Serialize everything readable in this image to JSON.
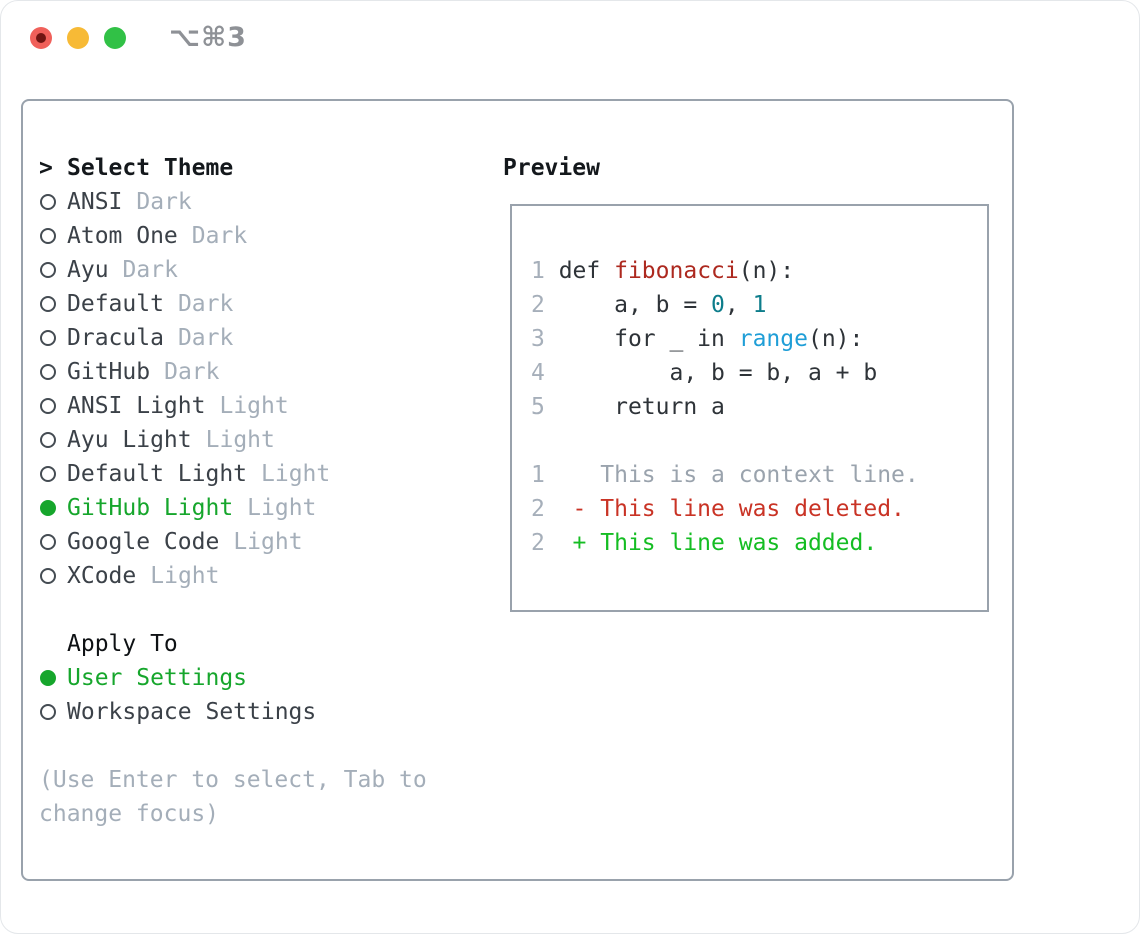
{
  "titlebar": {
    "shortcut_label": "⌥⌘3"
  },
  "colors": {
    "selection_green": "#16a62c",
    "panel_border": "#99a2ac",
    "muted_gray": "#a4aeb9",
    "traffic_red": "#f0605a",
    "traffic_yellow": "#f7ba36",
    "traffic_green": "#31c146"
  },
  "theme_picker": {
    "prompt": ">",
    "header_label": "Select Theme",
    "items": [
      {
        "name": "ANSI",
        "variant": "Dark",
        "selected": false
      },
      {
        "name": "Atom One",
        "variant": "Dark",
        "selected": false
      },
      {
        "name": "Ayu",
        "variant": "Dark",
        "selected": false
      },
      {
        "name": "Default",
        "variant": "Dark",
        "selected": false
      },
      {
        "name": "Dracula",
        "variant": "Dark",
        "selected": false
      },
      {
        "name": "GitHub",
        "variant": "Dark",
        "selected": false
      },
      {
        "name": "ANSI Light",
        "variant": "Light",
        "selected": false
      },
      {
        "name": "Ayu Light",
        "variant": "Light",
        "selected": false
      },
      {
        "name": "Default Light",
        "variant": "Light",
        "selected": false
      },
      {
        "name": "GitHub Light",
        "variant": "Light",
        "selected": true
      },
      {
        "name": "Google Code",
        "variant": "Light",
        "selected": false
      },
      {
        "name": "XCode",
        "variant": "Light",
        "selected": false
      }
    ]
  },
  "apply_to": {
    "label": "Apply To",
    "options": [
      {
        "label": "User Settings",
        "selected": true
      },
      {
        "label": "Workspace Settings",
        "selected": false
      }
    ]
  },
  "help_text": "(Use Enter to select, Tab to change focus)",
  "preview": {
    "label": "Preview",
    "colors": {
      "num": "#a6afba",
      "plain": "#2e3338",
      "func": "#ad291f",
      "lit": "#0d7d8b",
      "builtin": "#1f9ed7",
      "ctx": "#9aa3ad",
      "del": "#c93325",
      "add": "#15bd23"
    },
    "lines": [
      [
        {
          "t": "1",
          "s": "num"
        },
        {
          "t": " def ",
          "s": "plain"
        },
        {
          "t": "fibonacci",
          "s": "func"
        },
        {
          "t": "(n):",
          "s": "plain"
        }
      ],
      [
        {
          "t": "2",
          "s": "num"
        },
        {
          "t": "     a, b = ",
          "s": "plain"
        },
        {
          "t": "0",
          "s": "lit"
        },
        {
          "t": ", ",
          "s": "plain"
        },
        {
          "t": "1",
          "s": "lit"
        }
      ],
      [
        {
          "t": "3",
          "s": "num"
        },
        {
          "t": "     for _ in ",
          "s": "plain"
        },
        {
          "t": "range",
          "s": "builtin"
        },
        {
          "t": "(n):",
          "s": "plain"
        }
      ],
      [
        {
          "t": "4",
          "s": "num"
        },
        {
          "t": "         a, b = b, a + b",
          "s": "plain"
        }
      ],
      [
        {
          "t": "5",
          "s": "num"
        },
        {
          "t": "     return a",
          "s": "plain"
        }
      ],
      [],
      [
        {
          "t": "1",
          "s": "num"
        },
        {
          "t": "    This is a context line.",
          "s": "ctx"
        }
      ],
      [
        {
          "t": "2",
          "s": "num"
        },
        {
          "t": "  - This line was deleted.",
          "s": "del"
        }
      ],
      [
        {
          "t": "2",
          "s": "num"
        },
        {
          "t": "  + This line was added.",
          "s": "add"
        }
      ]
    ]
  }
}
